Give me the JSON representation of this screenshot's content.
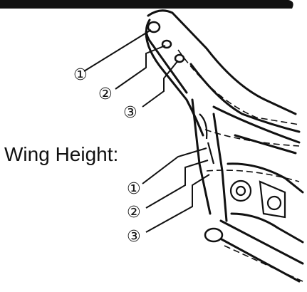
{
  "diagram": {
    "side_label": "Wing Height:",
    "upper_callouts": [
      "①",
      "②",
      "③"
    ],
    "lower_callouts": [
      "①",
      "②",
      "③"
    ],
    "ink_color": "#111111",
    "background": "#ffffff"
  }
}
